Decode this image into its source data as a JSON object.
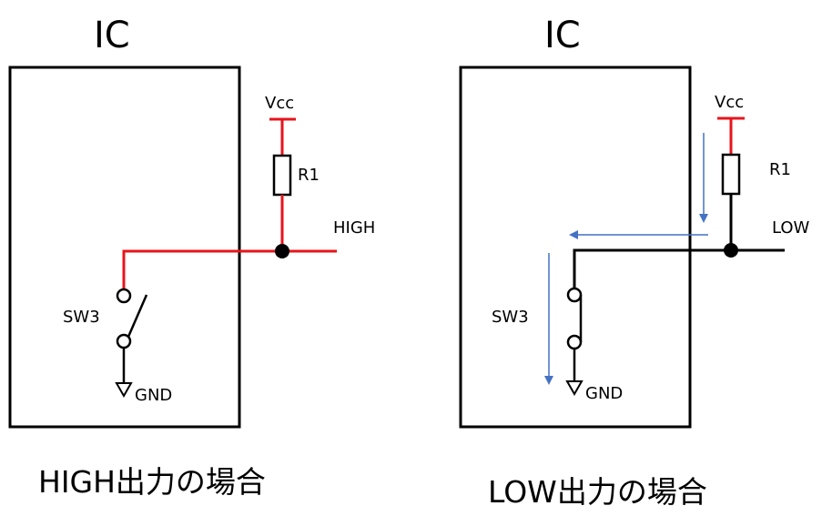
{
  "left": {
    "ic_label": "IC",
    "vcc_label": "Vcc",
    "r_label": "R1",
    "out_label": "HIGH",
    "sw_label": "SW3",
    "gnd_label": "GND",
    "caption": "HIGH出力の場合"
  },
  "right": {
    "ic_label": "IC",
    "vcc_label": "Vcc",
    "r_label": "R1",
    "out_label": "LOW",
    "sw_label": "SW3",
    "gnd_label": "GND",
    "caption": "LOW出力の場合"
  },
  "colors": {
    "active_wire": "#e8141c",
    "wire": "#000000",
    "current_arrow": "#4472c4"
  }
}
